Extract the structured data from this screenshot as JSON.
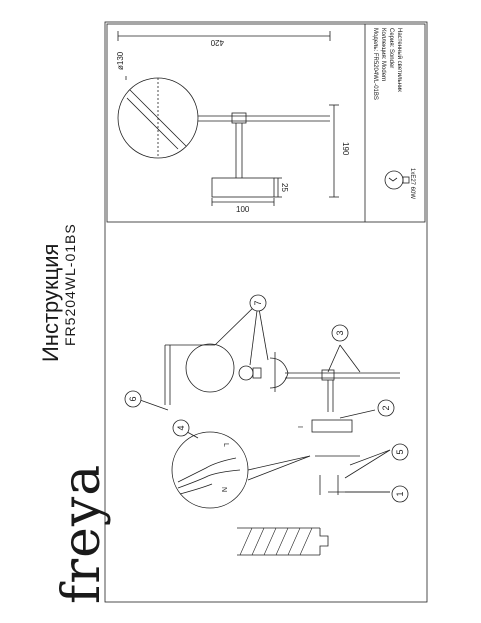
{
  "brand": "freya",
  "title": "Инструкция",
  "model": "FR5204WL-01BS",
  "dimensions": {
    "width_top": "420",
    "diameter": "ø130",
    "height_right": "190",
    "base_height": "25",
    "base_width": "100"
  },
  "spec": {
    "line1": "Модель: FR5204WL-01BS",
    "line2": "Коллекция: Modern",
    "line3": "Серия: Sonder",
    "line4": "Настенный светильник",
    "bulb": "1xE27 60W"
  },
  "callouts": [
    "1",
    "2",
    "3",
    "4",
    "5",
    "6",
    "7"
  ],
  "wiring_letters": [
    "L",
    "N",
    "I"
  ]
}
